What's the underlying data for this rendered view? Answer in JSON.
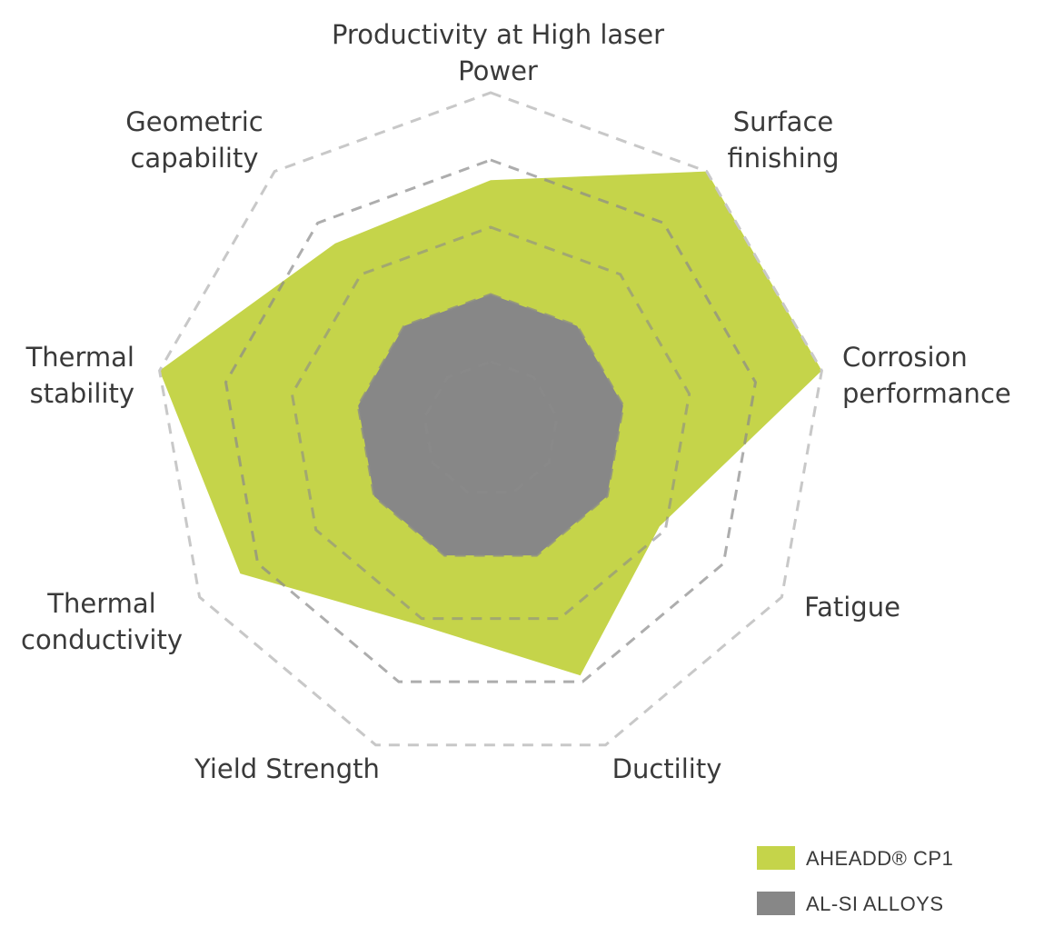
{
  "chart_data": {
    "type": "radar",
    "axes": [
      {
        "label_lines": [
          "Productivity at High laser",
          "Power"
        ]
      },
      {
        "label_lines": [
          "Surface",
          "finishing"
        ]
      },
      {
        "label_lines": [
          "Corrosion",
          "performance"
        ]
      },
      {
        "label_lines": [
          "Fatigue"
        ]
      },
      {
        "label_lines": [
          "Ductility"
        ]
      },
      {
        "label_lines": [
          "Yield Strength"
        ]
      },
      {
        "label_lines": [
          "Thermal",
          "conductivity"
        ]
      },
      {
        "label_lines": [
          "Thermal",
          "stability"
        ]
      },
      {
        "label_lines": [
          "Geometric",
          "capability"
        ]
      }
    ],
    "scale": {
      "min": 0,
      "max": 5,
      "rings": 5
    },
    "grid": true,
    "legend_position": "bottom-right",
    "series": [
      {
        "name": "AHEADD® CP1",
        "color": "#c5d44a",
        "values": [
          3.7,
          5.0,
          5.0,
          2.9,
          3.9,
          3.1,
          4.3,
          5.0,
          3.6
        ]
      },
      {
        "name": "AL-SI ALLOYS",
        "color": "#878787",
        "values": [
          2.0,
          2.0,
          2.0,
          2.0,
          2.0,
          2.0,
          2.0,
          2.0,
          2.0
        ]
      }
    ]
  },
  "legend": {
    "items": [
      {
        "label": "AHEADD® CP1",
        "color": "#c5d44a"
      },
      {
        "label": "AL-SI ALLOYS",
        "color": "#878787"
      }
    ]
  }
}
